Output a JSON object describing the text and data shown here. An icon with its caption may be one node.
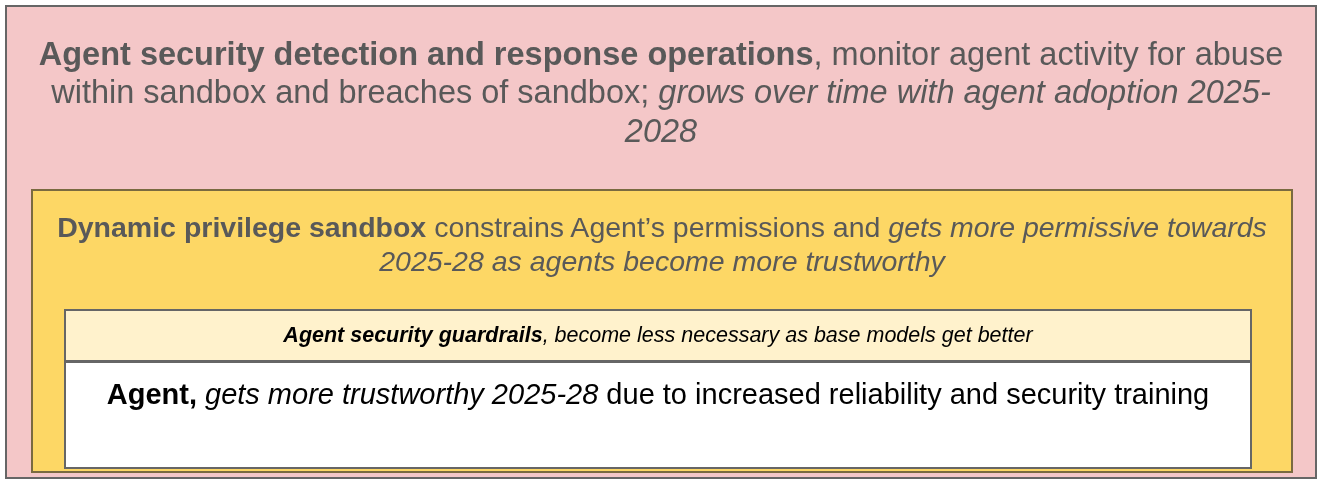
{
  "diagram": {
    "nodes": [
      {
        "text": [
          "**Agent security detection and response operations**, monitor agent activity for abuse within sandbox and breaches of sandbox; *grows over time with agent adoption 2025-2028*"
        ]
      },
      {
        "text": [
          "**Dynamic privilege sandbox** constrains Agent’s permissions and *gets more permissive towards 2025-28 as agents become more trustworthy*"
        ],
        "in": 0
      },
      {
        "text": [
          "**Agent security guardrails**, become less necessary as base models get better"
        ],
        "in": 1
      },
      {
        "text": [
          "**Agent,** *gets more trustworthy 2025-28* due to increased reliability and security training"
        ],
        "in": 1
      }
    ]
  }
}
